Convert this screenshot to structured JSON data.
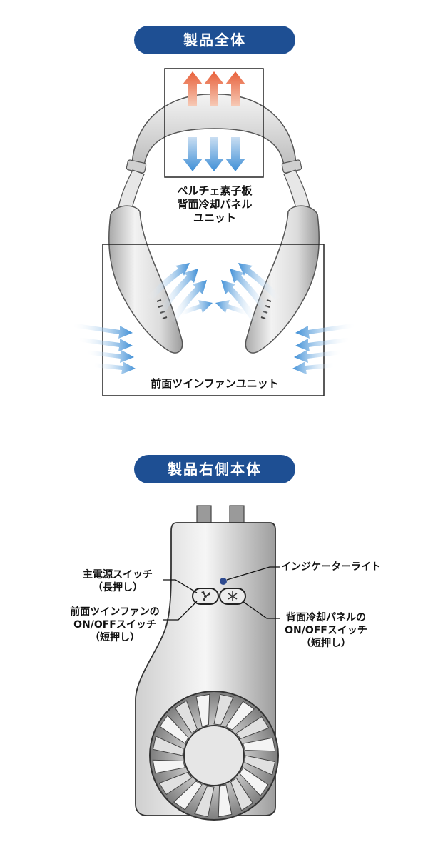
{
  "section1": {
    "title": "製品全体",
    "peltier_label": [
      "ペルチェ素子板",
      "背面冷却パネル",
      "ユニット"
    ],
    "fan_label": "前面ツインファンユニット"
  },
  "section2": {
    "title": "製品右側本体",
    "power_label": [
      "主電源スイッチ",
      "（長押し）"
    ],
    "front_fan_label": [
      "前面ツインファンの",
      "ON/OFFスイッチ",
      "（短押し）"
    ],
    "indicator_label": "インジケーターライト",
    "back_panel_label": [
      "背面冷却パネルの",
      "ON/OFFスイッチ",
      "（短押し）"
    ]
  },
  "colors": {
    "title_pill": "#1e4f93",
    "hot_arrow": "#e8603a",
    "cool_arrow": "#3f8fd6",
    "device_body": "#d9d9d9"
  }
}
